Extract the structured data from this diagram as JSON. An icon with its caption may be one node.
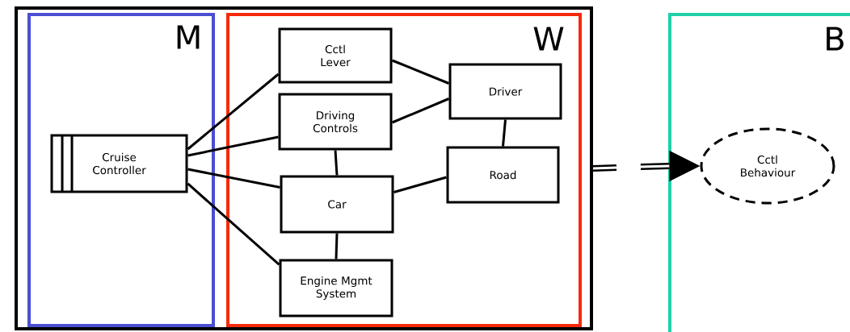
{
  "diagram": {
    "nodes": [
      {
        "text": [],
        "shape": "box"
      },
      {
        "text": [
          "M"
        ],
        "in": 0
      },
      {
        "text": [
          "Cruise Controller"
        ],
        "in": 1
      },
      {
        "text": [
          "W"
        ],
        "in": 0
      },
      {
        "text": [
          "Cctl Lever"
        ],
        "in": 3
      },
      {
        "text": [
          "Driving Controls"
        ],
        "in": 3
      },
      {
        "text": [
          "Driver"
        ],
        "in": 3
      },
      {
        "text": [
          "Road"
        ],
        "in": 3
      },
      {
        "text": [
          "Car"
        ],
        "in": 3
      },
      {
        "text": [
          "Engine Mgmt System"
        ],
        "in": 3
      },
      {
        "text": [
          "B"
        ]
      },
      {
        "text": [
          "Cctl Behaviour"
        ],
        "in": 10
      }
    ],
    "edges": [
      {
        "from": 2,
        "to": 4,
        "arrow": "none"
      },
      {
        "from": 2,
        "to": 5,
        "arrow": "none"
      },
      {
        "from": 2,
        "to": 8,
        "arrow": "none"
      },
      {
        "from": 2,
        "to": 9,
        "arrow": "none"
      },
      {
        "from": 4,
        "to": 6,
        "arrow": "none"
      },
      {
        "from": 5,
        "to": 6,
        "arrow": "none"
      },
      {
        "from": 6,
        "to": 7,
        "arrow": "none"
      },
      {
        "from": 5,
        "to": 8,
        "arrow": "none"
      },
      {
        "from": 8,
        "to": 7,
        "arrow": "none"
      },
      {
        "from": 8,
        "to": 9,
        "arrow": "none"
      },
      {
        "from": 0,
        "to": 11,
        "arrow": "to",
        "style": "dashed"
      }
    ]
  }
}
